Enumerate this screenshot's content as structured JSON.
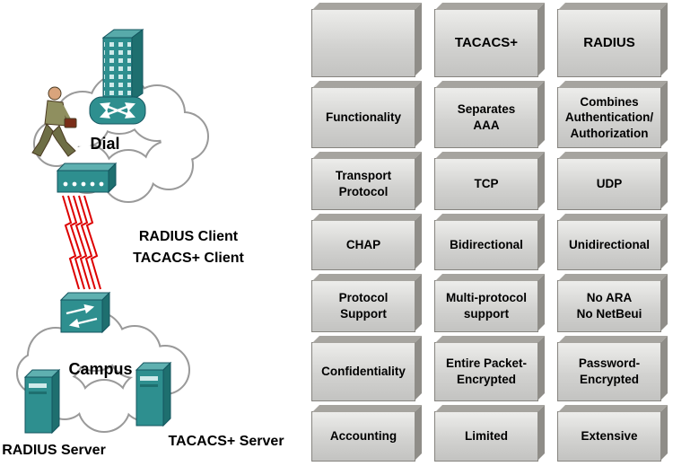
{
  "diagram": {
    "dial_label": "Dial",
    "campus_label": "Campus",
    "radius_client_label": "RADIUS Client",
    "tacacs_client_label": "TACACS+ Client",
    "radius_server_label": "RADIUS Server",
    "tacacs_server_label": "TACACS+ Server",
    "devices": [
      "building",
      "router",
      "remote-user",
      "access-server",
      "serial-lightning-links",
      "switch",
      "radius-server",
      "tacacs-server"
    ]
  },
  "table": {
    "rows": [
      [
        "",
        "TACACS+",
        "RADIUS"
      ],
      [
        "Functionality",
        "Separates\nAAA",
        "Combines\nAuthentication/\nAuthorization"
      ],
      [
        "Transport\nProtocol",
        "TCP",
        "UDP"
      ],
      [
        "CHAP",
        "Bidirectional",
        "Unidirectional"
      ],
      [
        "Protocol\nSupport",
        "Multi-protocol\nsupport",
        "No ARA\nNo NetBeui"
      ],
      [
        "Confidentiality",
        "Entire Packet-\nEncrypted",
        "Password-\nEncrypted"
      ],
      [
        "Accounting",
        "Limited",
        "Extensive"
      ]
    ]
  },
  "colors": {
    "device_teal": "#2e8f8f",
    "device_teal_dark": "#1e6f6f",
    "device_teal_light": "#5fb0b0",
    "cloud_stroke": "#9a9a9a",
    "bolt_red": "#dd0000",
    "block_face": "#d6d6d4",
    "block_top": "#a6a49f",
    "block_side": "#8f8d88",
    "text": "#000000"
  }
}
